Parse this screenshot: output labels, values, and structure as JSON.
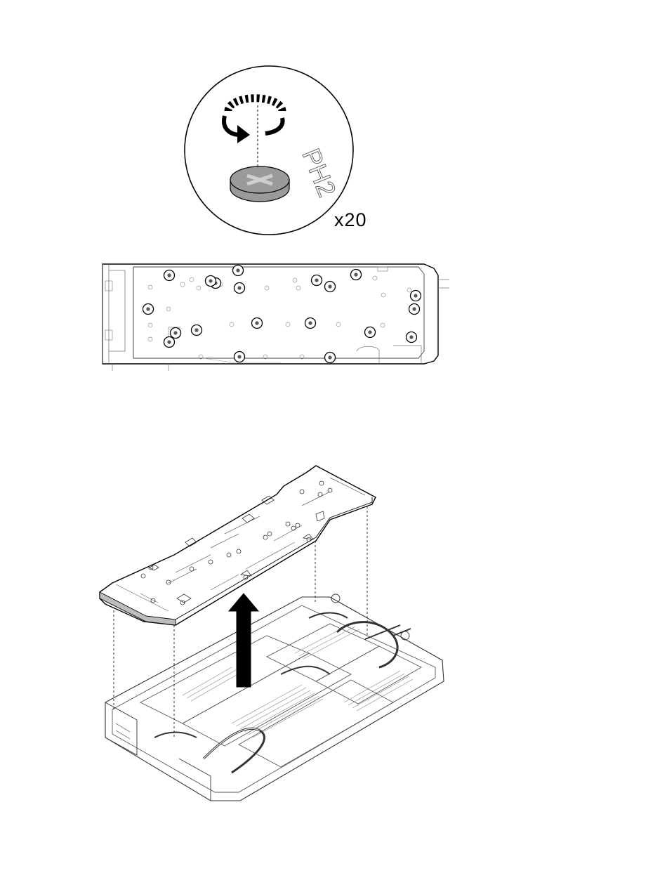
{
  "detail_callout": {
    "quantity_label": "x20",
    "tool_marking": "PH2",
    "rotation_icon": "counterclockwise-rotation-icon",
    "screw_icon": "phillips-screw-head-icon"
  },
  "step1_plate_topview": {
    "screw_marker_count": 20,
    "screw_marker_icon": "circled-screw-icon"
  },
  "step2_plate_removal": {
    "lift_arrow_icon": "up-arrow-icon",
    "guide_line_style": "dashed"
  },
  "colors": {
    "line": "#000000",
    "fill": "#ffffff",
    "screw_head": "#9a9a9a",
    "plate_fill": "#dcdcdc",
    "plate_edge": "#bdbdbd",
    "thin_line": "#777777"
  }
}
